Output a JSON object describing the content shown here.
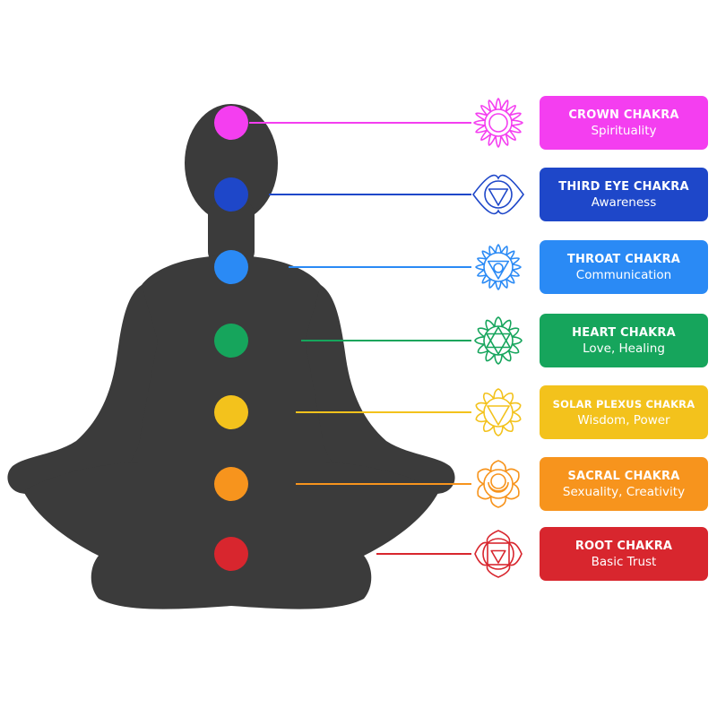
{
  "silhouette": {
    "color": "#3b3b3b"
  },
  "chakras": [
    {
      "key": "crown",
      "title": "CROWN CHAKRA",
      "subtitle": "Spirituality",
      "color": "#f43ef0",
      "symbol": "lotus-icon"
    },
    {
      "key": "third-eye",
      "title": "THIRD EYE CHAKRA",
      "subtitle": "Awareness",
      "color": "#1e47c9",
      "symbol": "eye-triangle-icon"
    },
    {
      "key": "throat",
      "title": "THROAT CHAKRA",
      "subtitle": "Communication",
      "color": "#2a8af5",
      "symbol": "throat-lotus-icon"
    },
    {
      "key": "heart",
      "title": "HEART CHAKRA",
      "subtitle": "Love, Healing",
      "color": "#16a55c",
      "symbol": "hexagram-lotus-icon"
    },
    {
      "key": "solar-plexus",
      "title": "SOLAR PLEXUS CHAKRA",
      "subtitle": "Wisdom, Power",
      "color": "#f3c21c",
      "symbol": "triangle-lotus-icon"
    },
    {
      "key": "sacral",
      "title": "SACRAL CHAKRA",
      "subtitle": "Sexuality, Creativity",
      "color": "#f7941d",
      "symbol": "crescent-lotus-icon"
    },
    {
      "key": "root",
      "title": "ROOT CHAKRA",
      "subtitle": "Basic Trust",
      "color": "#d8262e",
      "symbol": "square-lotus-icon"
    }
  ]
}
